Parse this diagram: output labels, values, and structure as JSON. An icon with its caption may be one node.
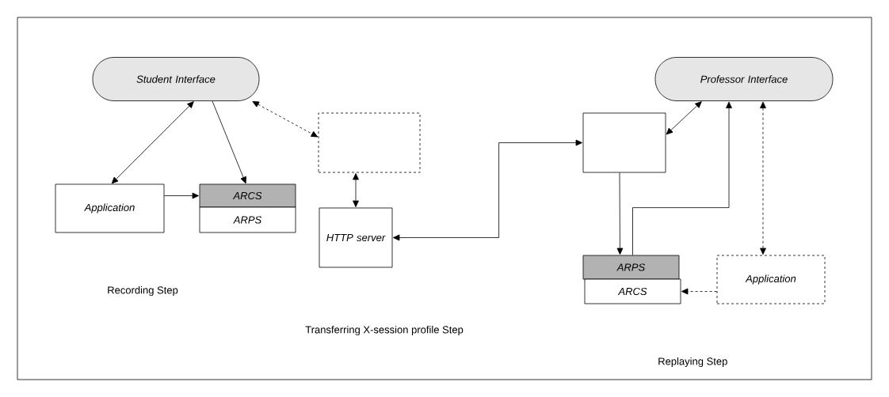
{
  "diagram": {
    "nodes": [
      {
        "text": [
          "Student Interface"
        ]
      },
      {
        "text": [
          "Application"
        ]
      },
      {
        "text": [
          "ARCS"
        ]
      },
      {
        "text": [
          "ARPS"
        ]
      },
      {
        "text": [],
        "shape": "box"
      },
      {
        "text": [
          "HTTP server"
        ]
      },
      {
        "text": [
          "Professor Interface"
        ]
      },
      {
        "text": [],
        "shape": "box"
      },
      {
        "text": [
          "ARPS"
        ]
      },
      {
        "text": [
          "ARCS"
        ]
      },
      {
        "text": [
          "Application"
        ]
      }
    ],
    "edges": [
      {
        "from": 0,
        "to": 1,
        "arrow": "both"
      },
      {
        "from": 0,
        "to": 2,
        "arrow": "to"
      },
      {
        "from": 0,
        "to": 4,
        "arrow": "both",
        "style": "dashed"
      },
      {
        "from": 1,
        "to": 2,
        "arrow": "to"
      },
      {
        "from": 4,
        "to": 5,
        "arrow": "both"
      },
      {
        "from": 7,
        "to": 5,
        "arrow": "both"
      },
      {
        "from": 6,
        "to": 7,
        "arrow": "both"
      },
      {
        "from": 7,
        "to": 8,
        "arrow": "to"
      },
      {
        "from": 8,
        "to": 6,
        "arrow": "to"
      },
      {
        "from": 6,
        "to": 10,
        "arrow": "both",
        "style": "dashed"
      },
      {
        "from": 10,
        "to": 9,
        "arrow": "to",
        "style": "dashed"
      }
    ],
    "labels": [
      "Recording Step",
      "Transferring X-session profile Step",
      "Replaying Step"
    ]
  }
}
